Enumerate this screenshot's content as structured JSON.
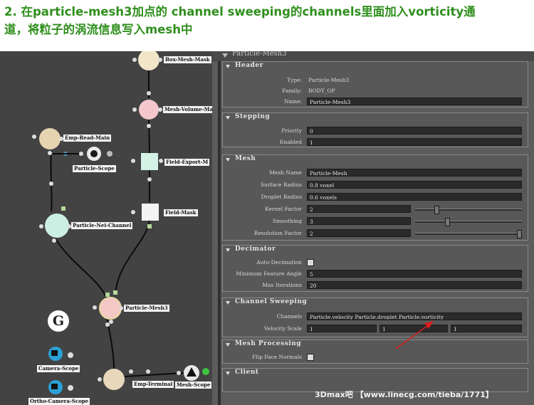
{
  "caption": {
    "line1": "2. 在particle-mesh3加点的 channel sweeping的channels里面加入vorticity通",
    "line2": "道，将粒子的涡流信息写入mesh中"
  },
  "graph": {
    "nodes": {
      "box_mesh_mask": "Box-Mesh-Mask",
      "mesh_volume_mask": "Mesh-Volume-Mas",
      "emp_read_main": "Emp-Read-Main",
      "particle_scope": "Particle-Scope",
      "field_export": "Field-Export-M",
      "field_mask": "Field-Mask",
      "particle_nei_channel": "Particle-Nei-Channel",
      "particle_mesh3": "Particle-Mesh3",
      "camera_scope": "Camera-Scope",
      "ortho_camera_scope": "Ortho-Camera-Scope",
      "emp_terminal": "Emp-Terminal",
      "mesh_scope": "Mesh-Scope"
    },
    "logo_letter": "G"
  },
  "panel": {
    "title": "Particle-Mesh3",
    "header": {
      "title": "Header",
      "type_label": "Type:",
      "type_value": "Particle-Mesh3",
      "family_label": "Family:",
      "family_value": "BODY_OP",
      "name_label": "Name:",
      "name_value": "Particle-Mesh3"
    },
    "stepping": {
      "title": "Stepping",
      "priority_label": "Priority",
      "priority_value": "0",
      "enabled_label": "Enabled",
      "enabled_value": "1"
    },
    "mesh": {
      "title": "Mesh",
      "mesh_name_label": "Mesh Name",
      "mesh_name_value": "Particle-Mesh",
      "surface_radius_label": "Surface Radius",
      "surface_radius_value": "0.8 voxel",
      "droplet_radius_label": "Droplet Radius",
      "droplet_radius_value": "0.6 voxels",
      "kernel_factor_label": "Kernel Factor",
      "kernel_factor_value": "2",
      "kernel_factor_slider": 0.2,
      "smoothing_label": "Smoothing",
      "smoothing_value": "3",
      "smoothing_slider": 0.3,
      "resolution_factor_label": "Resolution Factor",
      "resolution_factor_value": "2",
      "resolution_factor_slider": 0.97
    },
    "decimator": {
      "title": "Decimator",
      "auto_label": "Auto-Decimation",
      "min_angle_label": "Minimum Feature Angle",
      "min_angle_value": "5",
      "max_iter_label": "Max Iterations",
      "max_iter_value": "20"
    },
    "channel_sweeping": {
      "title": "Channel Sweeping",
      "channels_label": "Channels",
      "channels_value": "Particle.velocity Particle.droplet  Particle.vorticity",
      "velocity_scale_label": "Velocity Scale",
      "vs1": "1",
      "vs2": "1",
      "vs3": "1"
    },
    "mesh_processing": {
      "title": "Mesh Processing",
      "flip_label": "Flip Face Normals"
    },
    "client": {
      "title": "Client"
    }
  },
  "watermark": "3Dmax吧 【www.linecg.com/tieba/1771】",
  "colors": {
    "caption_green": "#2f8f1d",
    "arrow_red": "#d81e1e",
    "graph_bg": "#434343",
    "panel_bg": "#5c5c5c"
  }
}
